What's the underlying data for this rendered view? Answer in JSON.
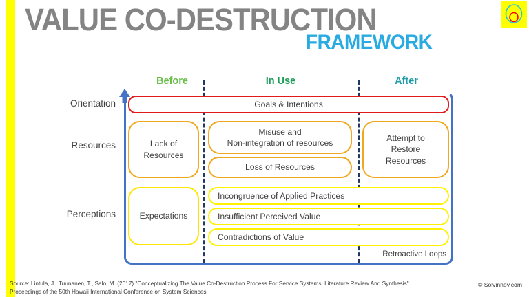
{
  "header": {
    "title_main": "VALUE CO-DESTRUCTION",
    "title_sub": "FRAMEWORK",
    "logo_name": "solvinnov-logo",
    "accent_gray": "#848484",
    "accent_blue": "#29ABE2",
    "stripe_yellow": "#FFFF00"
  },
  "columns": [
    {
      "label": "Before",
      "color": "#6ABF4B"
    },
    {
      "label": "In Use",
      "color": "#1E9E5A"
    },
    {
      "label": "After",
      "color": "#1F9CA8"
    }
  ],
  "rows": [
    {
      "label": "Orientation"
    },
    {
      "label": "Resources"
    },
    {
      "label": "Perceptions"
    }
  ],
  "cards": {
    "goals": "Goals & Intentions",
    "lack": "Lack of\nResources",
    "misuse": "Misuse and\nNon-integration of resources",
    "loss": "Loss of Resources",
    "attempt": "Attempt to\nRestore\nResources",
    "expect": "Expectations",
    "incong": "Incongruence of Applied Practices",
    "insuff": "Insufficient Perceived Value",
    "contra": "Contradictions of Value"
  },
  "colors": {
    "frame_blue": "#4472C4",
    "divider_navy": "#1F3864",
    "card_red": "#E01B1B",
    "card_orange": "#F0A81E",
    "card_yellow": "#FFF100"
  },
  "annotations": {
    "retroactive_loops": "Retroactive Loops"
  },
  "footer": {
    "source_line1": "Source: Lintula, J., Tuunanen, T., Salo, M. (2017) \"Conceptualizing The Value Co-Destruction Process For Service Systems: Literature Review And Synthesis\"",
    "source_line2": "Proceedings of the 50th Hawaii International Conference on System Sciences",
    "copyright": "© Solvinnov.com"
  }
}
